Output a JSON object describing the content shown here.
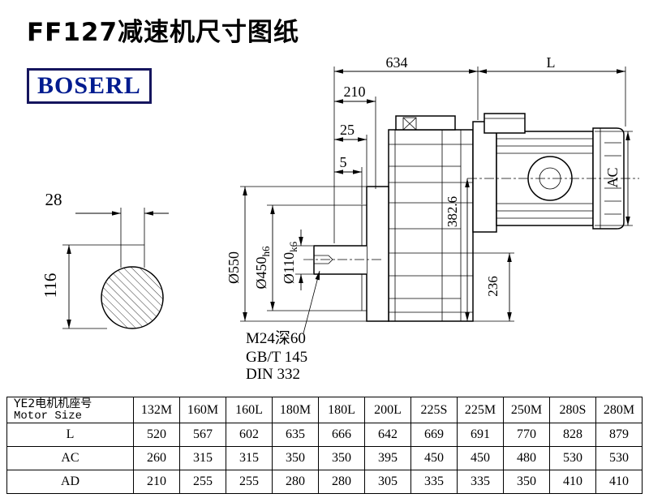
{
  "page": {
    "title": "FF127减速机尺寸图纸",
    "logo_text": "BOSERL"
  },
  "drawing": {
    "dims": {
      "total_length": "634",
      "motor_length": "L",
      "d210": "210",
      "d25": "25",
      "d5": "5",
      "flange_od": "Ø550",
      "spigot_main": "Ø450",
      "spigot_sub": "h6",
      "shaft_main": "Ø110",
      "shaft_sub": "k6",
      "d382_6": "382.6",
      "d236": "236",
      "motor_od": "AC",
      "key_width": "28",
      "shaft_key_height": "116"
    },
    "notes": {
      "center_hole": "M24深60",
      "standard_gb": "GB/T 145",
      "standard_din": "DIN 332"
    }
  },
  "table": {
    "row_header_line1": "YE2电机机座号",
    "row_header_line2": "Motor Size",
    "columns": [
      "132M",
      "160M",
      "160L",
      "180M",
      "180L",
      "200L",
      "225S",
      "225M",
      "250M",
      "280S",
      "280M"
    ],
    "rows": [
      {
        "label": "L",
        "values": [
          "520",
          "567",
          "602",
          "635",
          "666",
          "642",
          "669",
          "691",
          "770",
          "828",
          "879"
        ]
      },
      {
        "label": "AC",
        "values": [
          "260",
          "315",
          "315",
          "350",
          "350",
          "395",
          "450",
          "450",
          "480",
          "530",
          "530"
        ]
      },
      {
        "label": "AD",
        "values": [
          "210",
          "255",
          "255",
          "280",
          "280",
          "305",
          "335",
          "335",
          "350",
          "410",
          "410"
        ]
      }
    ]
  }
}
